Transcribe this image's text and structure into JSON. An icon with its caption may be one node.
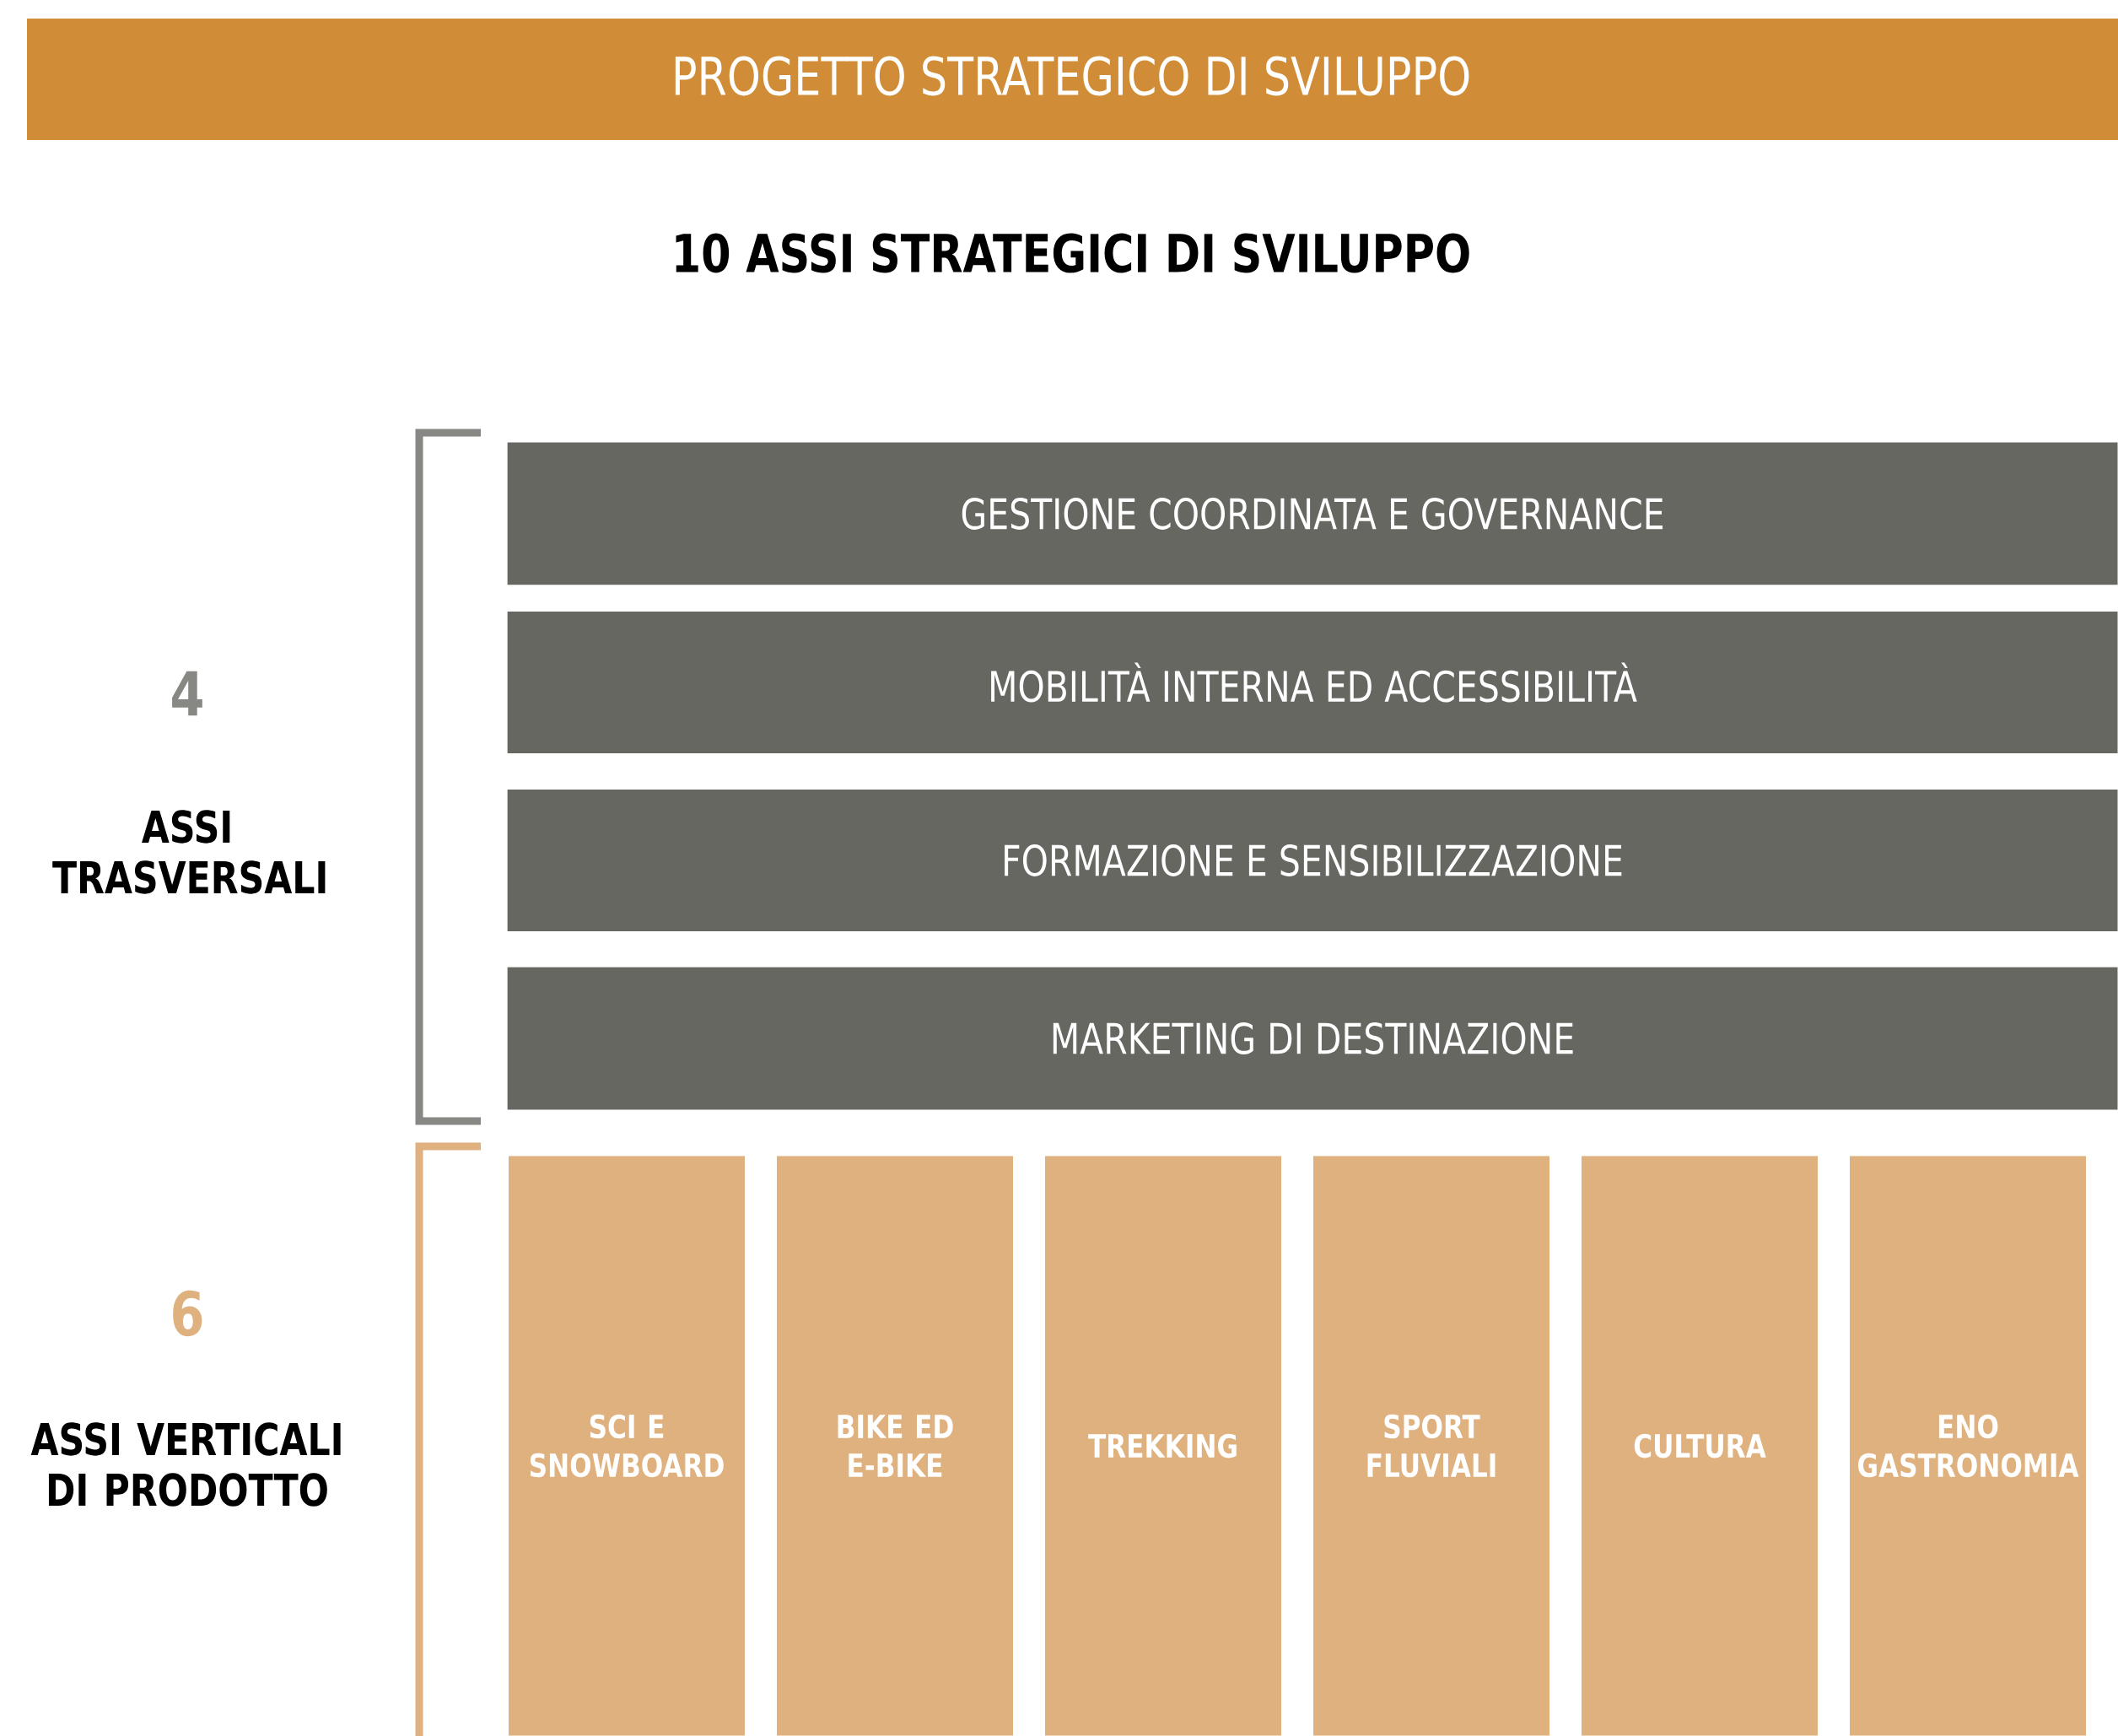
{
  "diagram": {
    "title": "PROGETTO STRATEGICO DI SVILUPPO",
    "nodes": [
      {
        "text": [
          "GESTIONE COORDINATA E GOVERNANCE"
        ]
      },
      {
        "text": [
          "MOBILITÀ INTERNA ED ACCESSIBILITÀ"
        ]
      },
      {
        "text": [
          "FORMAZIONE E SENSIBILIZZAZIONE"
        ]
      },
      {
        "text": [
          "MARKETING DI DESTINAZIONE"
        ]
      },
      {
        "text": [
          "SCI E SNOWBOARD"
        ]
      },
      {
        "text": [
          "BIKE ED E-BIKE"
        ]
      },
      {
        "text": [
          "TREKKING"
        ]
      },
      {
        "text": [
          "SPORT FLUVIALI"
        ]
      },
      {
        "text": [
          "CULTURA"
        ]
      },
      {
        "text": [
          "ENO GASTRONOMIA"
        ]
      }
    ],
    "labels": [
      "10 ASSI STRATEGICI DI SVILUPPO",
      "4",
      "ASSI TRASVERSALI",
      "6",
      "ASSI VERTICALI DI PRODOTTO"
    ]
  }
}
